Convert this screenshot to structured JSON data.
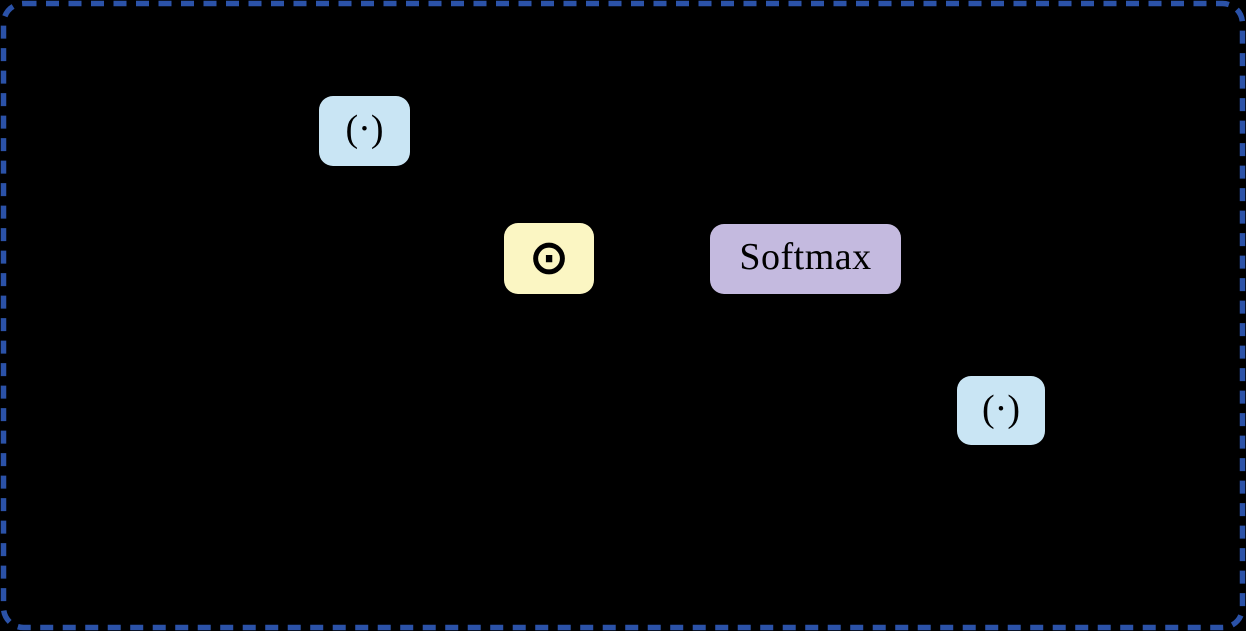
{
  "figure": {
    "kind": "diagram",
    "description": "Operation nodes of a gated attention diagram on a black background inside a dashed blue rounded frame"
  },
  "colors": {
    "background": "#000000",
    "frame_border": "#2b52a8",
    "node_blue": "#c9e5f4",
    "node_yellow": "#fbf6c3",
    "node_purple": "#c4badf",
    "node_text": "#000000"
  },
  "nodes": {
    "gate_left": {
      "symbol": "(·)",
      "role": "function-application"
    },
    "odot": {
      "symbol": "⊙",
      "role": "elementwise-product"
    },
    "softmax": {
      "label": "Softmax",
      "role": "softmax-operation"
    },
    "gate_right": {
      "symbol": "(·)",
      "role": "function-application"
    }
  }
}
